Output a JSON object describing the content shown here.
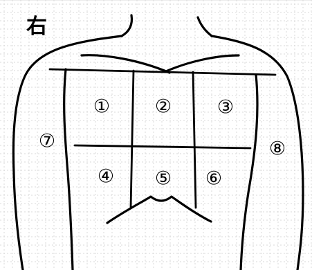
{
  "diagram": {
    "side_label": "右",
    "regions": [
      {
        "label": "①"
      },
      {
        "label": "②"
      },
      {
        "label": "③"
      },
      {
        "label": "④"
      },
      {
        "label": "⑤"
      },
      {
        "label": "⑥"
      },
      {
        "label": "⑦"
      },
      {
        "label": "⑧"
      }
    ]
  },
  "colors": {
    "ink": "#000000",
    "background": "#ffffff",
    "halftone": "#d9d9d9"
  }
}
